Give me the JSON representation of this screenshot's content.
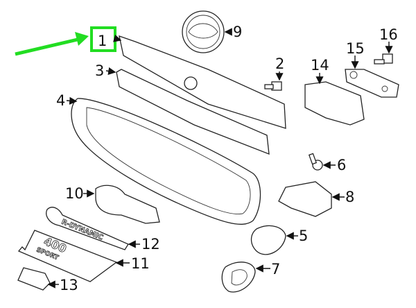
{
  "diagram": {
    "callouts": [
      "1",
      "2",
      "3",
      "4",
      "5",
      "6",
      "7",
      "8",
      "9",
      "10",
      "11",
      "12",
      "13",
      "14",
      "15",
      "16"
    ],
    "badge_12_lettering": "R-DYNAMIC",
    "badge_11_lettering": [
      "400",
      "SPORT"
    ],
    "highlight_color": "#22dd22",
    "highlighted_callout": "1"
  }
}
